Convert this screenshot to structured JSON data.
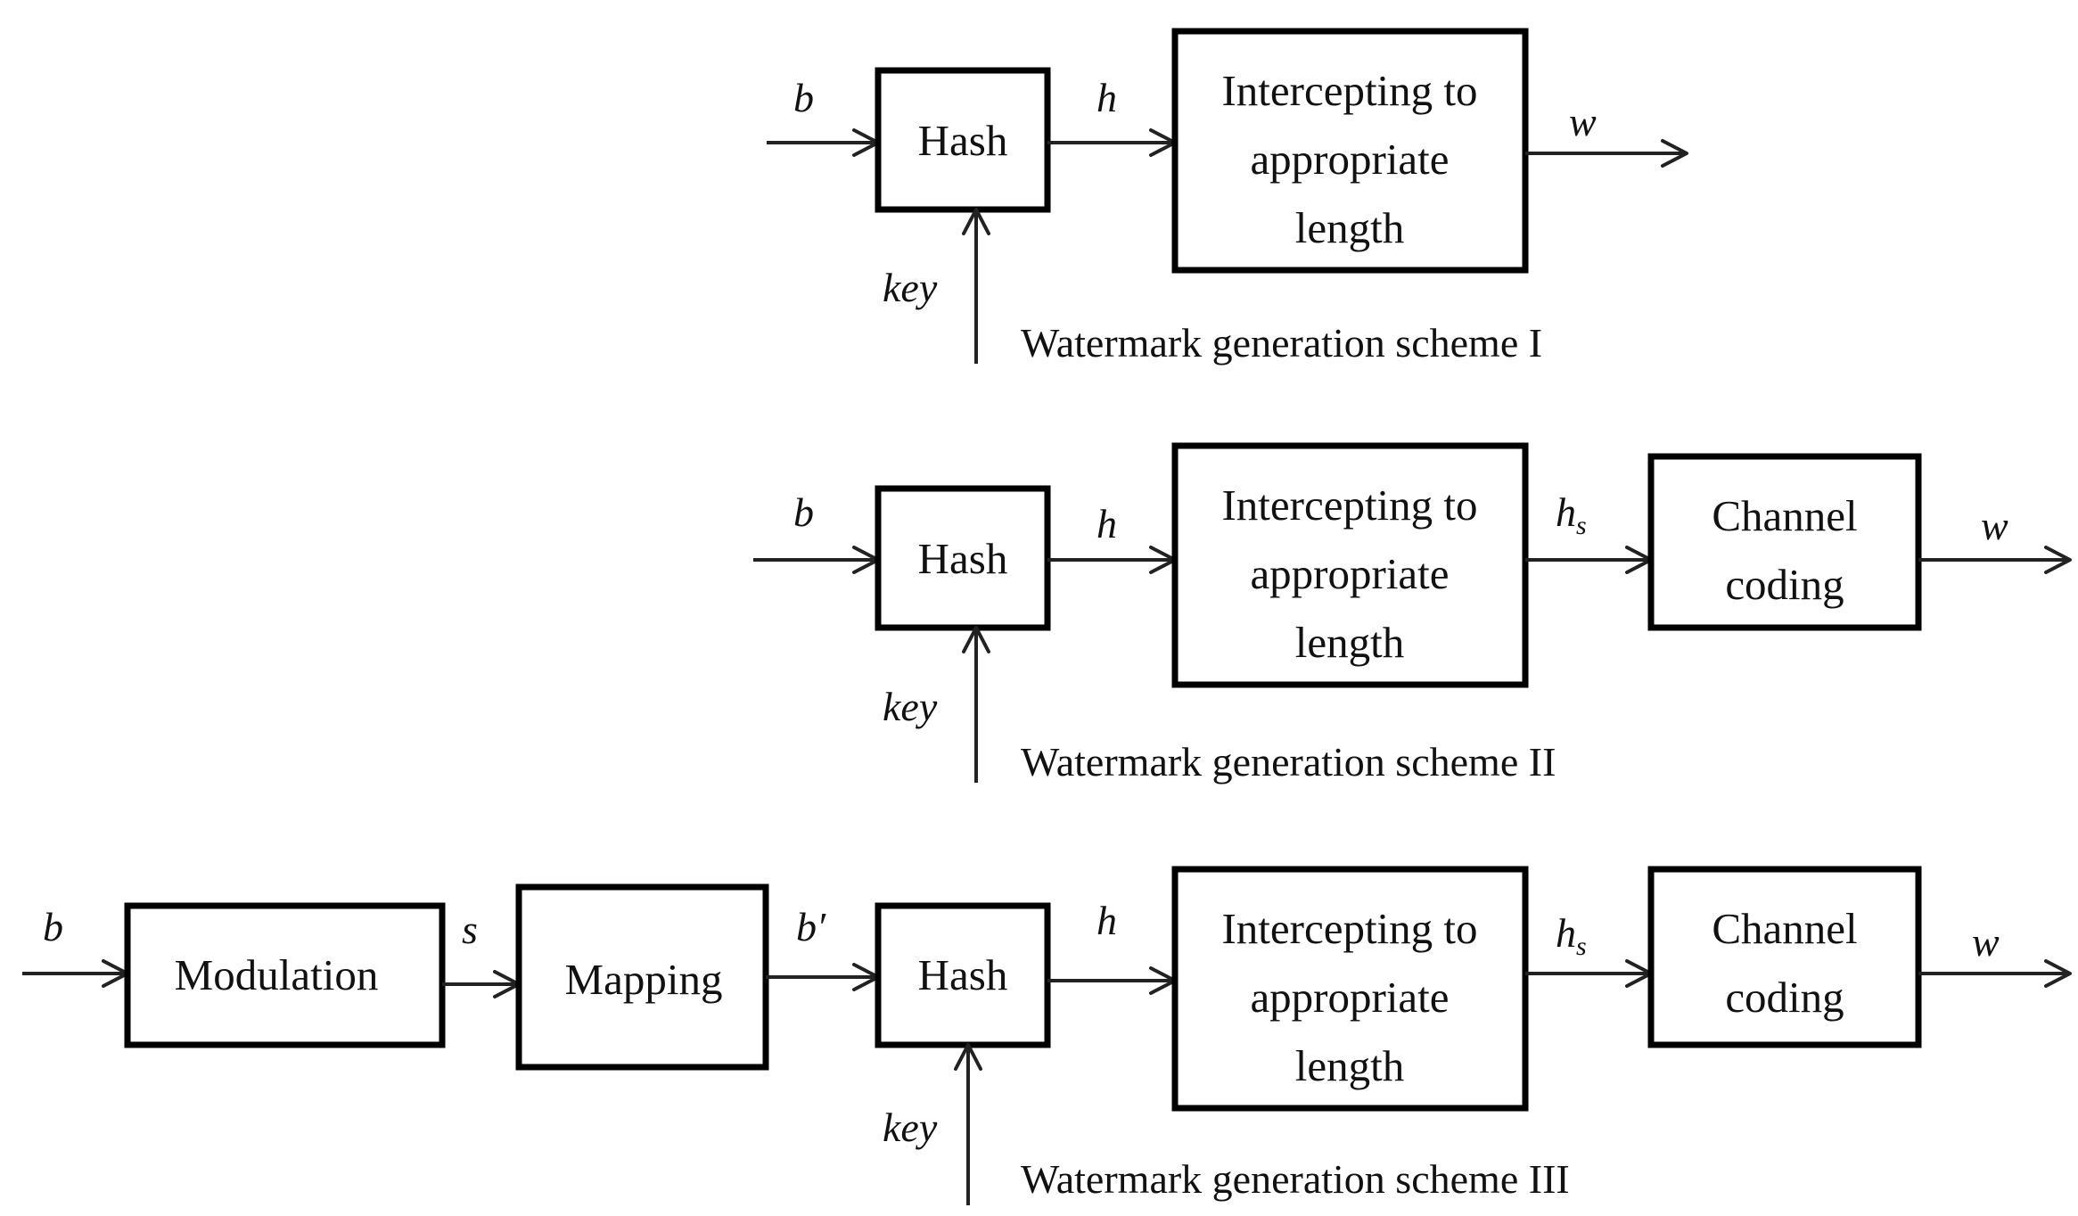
{
  "schemes": [
    {
      "caption": "Watermark generation scheme I",
      "blocks": {
        "hash": "Hash",
        "intercept": [
          "Intercepting to",
          "appropriate",
          "length"
        ]
      },
      "signals": {
        "input": "b",
        "key": "key",
        "hash_out": "h",
        "output": "w"
      }
    },
    {
      "caption": "Watermark generation scheme II",
      "blocks": {
        "hash": "Hash",
        "intercept": [
          "Intercepting to",
          "appropriate",
          "length"
        ],
        "coding": [
          "Channel",
          "coding"
        ]
      },
      "signals": {
        "input": "b",
        "key": "key",
        "hash_out": "h",
        "intercept_out": "h",
        "intercept_out_sub": "s",
        "output": "w"
      }
    },
    {
      "caption": "Watermark generation scheme III",
      "blocks": {
        "modulation": "Modulation",
        "mapping": "Mapping",
        "hash": "Hash",
        "intercept": [
          "Intercepting to",
          "appropriate",
          "length"
        ],
        "coding": [
          "Channel",
          "coding"
        ]
      },
      "signals": {
        "input": "b",
        "modulation_out": "s",
        "mapping_out": "b′",
        "key": "key",
        "hash_out": "h",
        "intercept_out": "h",
        "intercept_out_sub": "s",
        "output": "w"
      }
    }
  ]
}
